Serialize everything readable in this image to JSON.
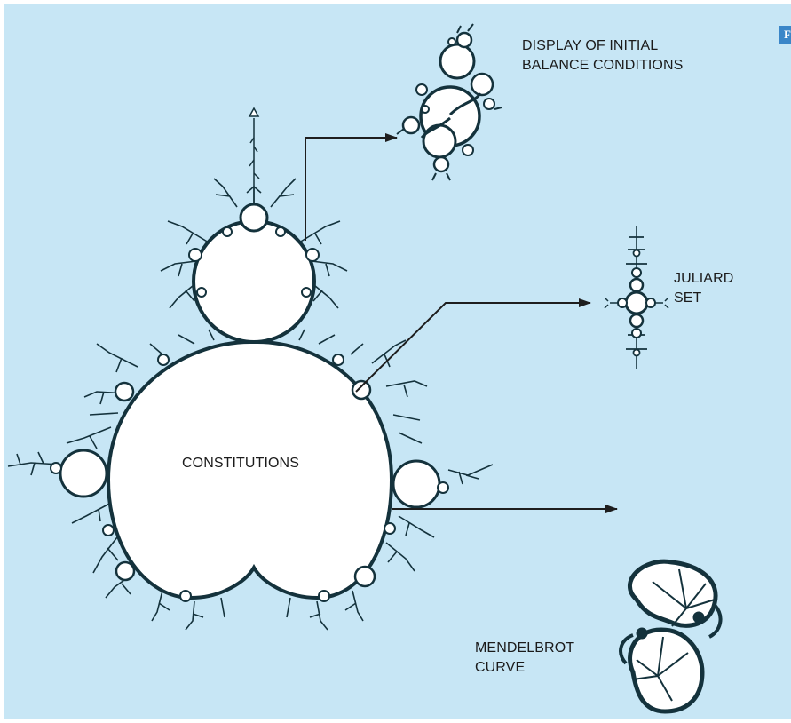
{
  "figure": {
    "corner_tab": "F",
    "labels": {
      "initial_line1": "DISPLAY OF INITIAL",
      "initial_line2": "BALANCE CONDITIONS",
      "juliard_line1": "JULIARD",
      "juliard_line2": "SET",
      "center": "CONSTITUTIONS",
      "mendel_line1": "MENDELBROT",
      "mendel_line2": "CURVE"
    }
  },
  "colors": {
    "background": "#c7e6f5",
    "fractal_edge": "#14323c",
    "fill": "#ffffff",
    "arrow": "#1e1e1e",
    "tab": "#3a86c8"
  }
}
